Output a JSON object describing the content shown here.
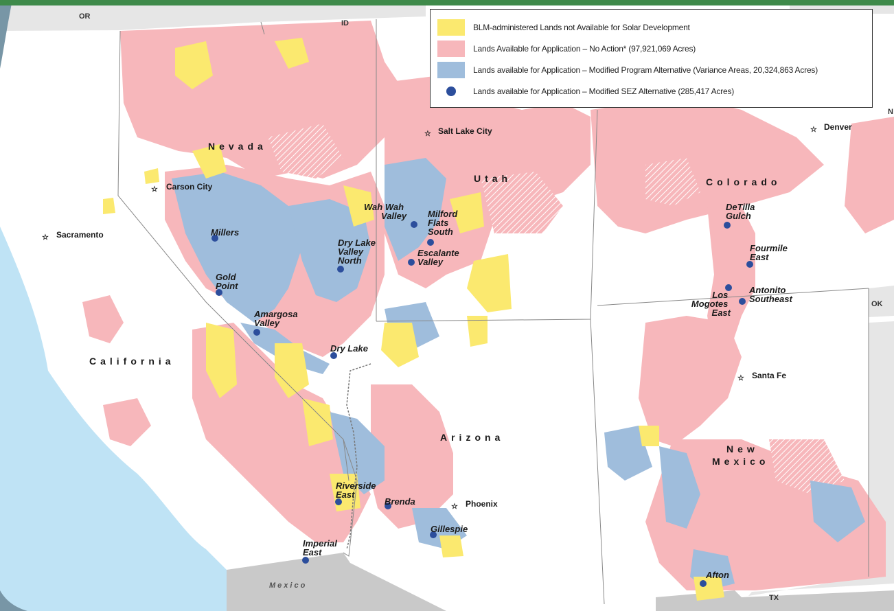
{
  "colors": {
    "not_available": "#fbe96f",
    "no_action": "#f7b7bb",
    "program_alt": "#9fbddc",
    "sez": "#2c4e9c",
    "ocean": "#bfe3f5",
    "mexico": "#c9c9c9",
    "neighbors": "#e6e6e6",
    "frame": "#3f8a4a",
    "side_panel": "#7896a6"
  },
  "legend": {
    "items": [
      {
        "label": "BLM-administered Lands not Available for Solar Development"
      },
      {
        "label": "Lands Available for Application – No Action* (97,921,069 Acres)"
      },
      {
        "label": "Lands available for Application – Modified Program Alternative (Variance Areas, 20,324,863 Acres)"
      },
      {
        "label": "Lands available for Application – Modified SEZ Alternative (285,417 Acres)"
      }
    ]
  },
  "states": {
    "nevada": "Nevada",
    "utah": "Utah",
    "colorado": "Colorado",
    "california": "California",
    "arizona": "Arizona",
    "new_mexico_1": "New",
    "new_mexico_2": "Mexico"
  },
  "neighbors": {
    "or": "OR",
    "id": "ID",
    "ok": "OK",
    "tx": "TX",
    "ne": "N",
    "mexico": "Mexico"
  },
  "cities": {
    "salt_lake": "Salt Lake City",
    "denver": "Denver",
    "carson": "Carson City",
    "sacramento": "Sacramento",
    "santa_fe": "Santa Fe",
    "phoenix": "Phoenix"
  },
  "sez": {
    "millers": "Millers",
    "gold": [
      "Gold",
      "Point"
    ],
    "amargosa": [
      "Amargosa",
      "Valley"
    ],
    "dry_lake_north": [
      "Dry Lake",
      "Valley",
      "North"
    ],
    "dry_lake": "Dry Lake",
    "wah_wah": [
      "Wah Wah",
      "Valley"
    ],
    "milford": [
      "Milford",
      "Flats",
      "South"
    ],
    "escalante": [
      "Escalante",
      "Valley"
    ],
    "detilla": [
      "DeTilla",
      "Gulch"
    ],
    "fourmile": [
      "Fourmile",
      "East"
    ],
    "los_mogotes": [
      "Los",
      "Mogotes",
      "East"
    ],
    "antonito": [
      "Antonito",
      "Southeast"
    ],
    "riverside": [
      "Riverside",
      "East"
    ],
    "brenda": "Brenda",
    "gillespie": "Gillespie",
    "imperial": [
      "Imperial",
      "East"
    ],
    "afton": "Afton"
  }
}
